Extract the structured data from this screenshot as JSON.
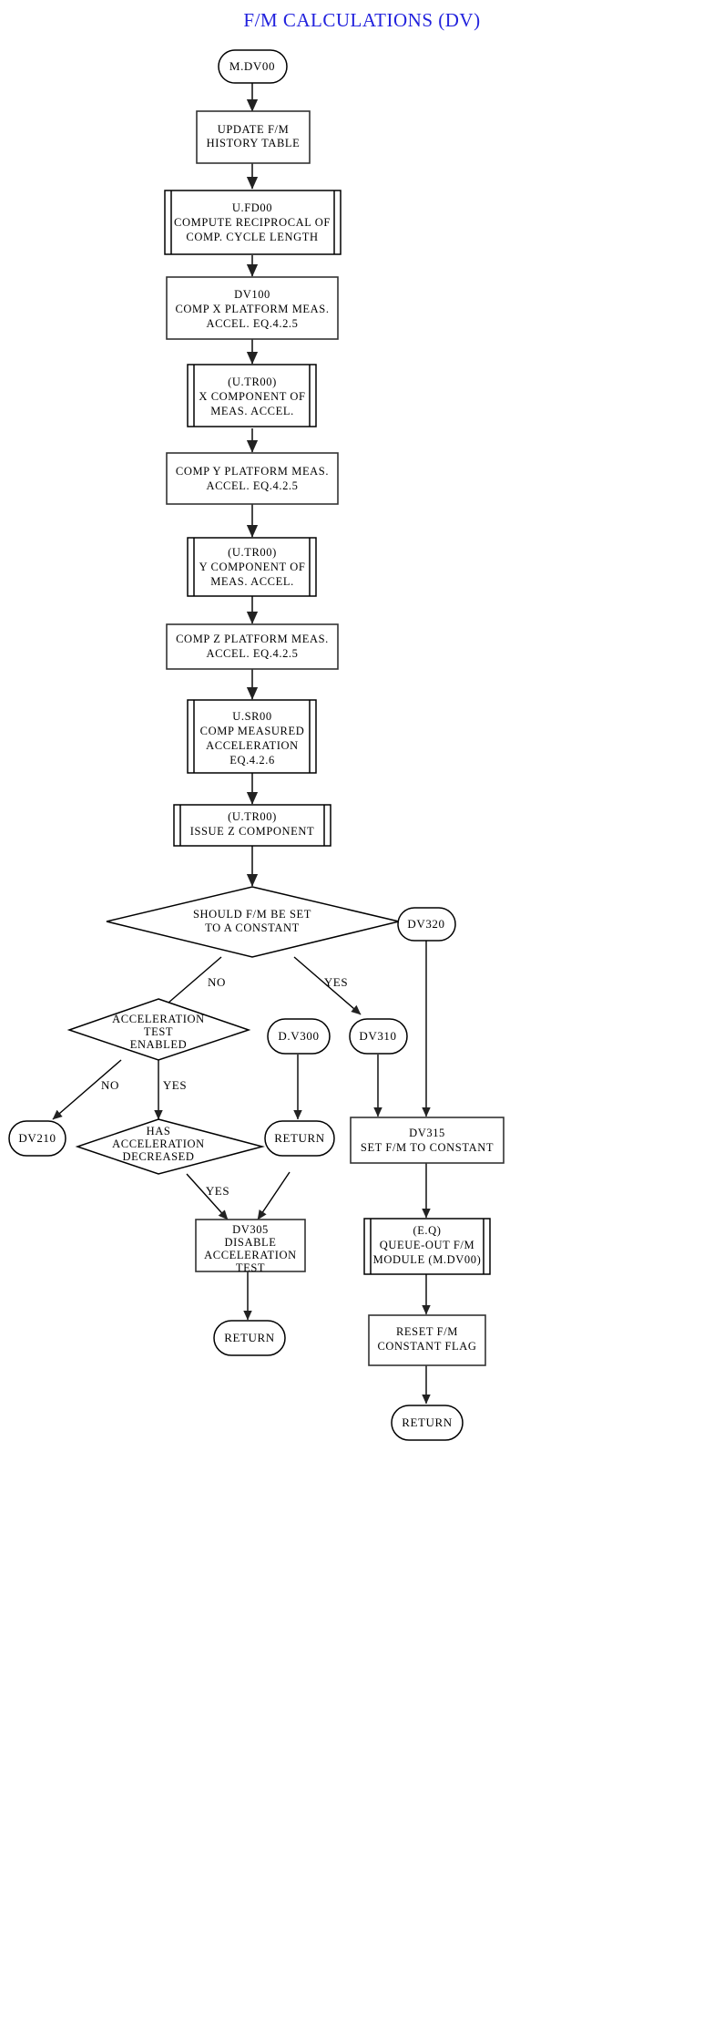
{
  "title": "F/M CALCULATIONS (DV)",
  "title_color": "#2222dd",
  "diagram": {
    "type": "flowchart",
    "nodes": [
      {
        "id": "mdv00",
        "shape": "terminator",
        "lines": [
          "M.DV00"
        ]
      },
      {
        "id": "update",
        "shape": "process",
        "lines": [
          "UPDATE F/M",
          "HISTORY TABLE"
        ]
      },
      {
        "id": "ufd00",
        "shape": "predefined-process",
        "lines": [
          "U.FD00",
          "COMPUTE RECIPROCAL OF",
          "COMP. CYCLE LENGTH"
        ]
      },
      {
        "id": "dv100",
        "shape": "process",
        "lines": [
          "DV100",
          "COMP X PLATFORM MEAS.",
          "ACCEL. EQ.4.2.5"
        ]
      },
      {
        "id": "utr00x",
        "shape": "predefined-process",
        "lines": [
          "(U.TR00)",
          "X COMPONENT OF",
          "MEAS. ACCEL."
        ]
      },
      {
        "id": "compy",
        "shape": "process",
        "lines": [
          "COMP Y PLATFORM MEAS.",
          "ACCEL. EQ.4.2.5"
        ]
      },
      {
        "id": "utr00y",
        "shape": "predefined-process",
        "lines": [
          "(U.TR00)",
          "Y COMPONENT OF",
          "MEAS. ACCEL."
        ]
      },
      {
        "id": "compz",
        "shape": "process",
        "lines": [
          "COMP Z PLATFORM MEAS.",
          "ACCEL. EQ.4.2.5"
        ]
      },
      {
        "id": "usr00",
        "shape": "predefined-process",
        "lines": [
          "U.SR00",
          "COMP MEASURED",
          "ACCELERATION",
          "EQ.4.2.6"
        ]
      },
      {
        "id": "issuez",
        "shape": "predefined-process",
        "lines": [
          "(U.TR00)",
          "ISSUE Z COMPONENT"
        ]
      },
      {
        "id": "dec1",
        "shape": "decision",
        "lines": [
          "SHOULD F/M BE SET",
          "TO A CONSTANT"
        ]
      },
      {
        "id": "dv320",
        "shape": "terminator",
        "lines": [
          "DV320"
        ]
      },
      {
        "id": "dec2",
        "shape": "decision",
        "lines": [
          "ACCELERATION",
          "TEST",
          "ENABLED"
        ]
      },
      {
        "id": "dv300",
        "shape": "terminator",
        "lines": [
          "D.V300"
        ]
      },
      {
        "id": "dv310",
        "shape": "terminator",
        "lines": [
          "DV310"
        ]
      },
      {
        "id": "dv210",
        "shape": "terminator",
        "lines": [
          "DV210"
        ]
      },
      {
        "id": "dec3",
        "shape": "decision",
        "lines": [
          "HAS",
          "ACCELERATION",
          "DECREASED"
        ]
      },
      {
        "id": "ret1",
        "shape": "terminator",
        "lines": [
          "RETURN"
        ]
      },
      {
        "id": "dv315",
        "shape": "process",
        "lines": [
          "DV315",
          "SET F/M TO CONSTANT"
        ]
      },
      {
        "id": "dv305",
        "shape": "process",
        "lines": [
          "DV305",
          "DISABLE",
          "ACCELERATION",
          "TEST"
        ]
      },
      {
        "id": "eq",
        "shape": "predefined-process",
        "lines": [
          "(E.Q)",
          "QUEUE-OUT F/M",
          "MODULE (M.DV00)"
        ]
      },
      {
        "id": "ret2",
        "shape": "terminator",
        "lines": [
          "RETURN"
        ]
      },
      {
        "id": "reset",
        "shape": "process",
        "lines": [
          "RESET F/M",
          "CONSTANT FLAG"
        ]
      },
      {
        "id": "ret3",
        "shape": "terminator",
        "lines": [
          "RETURN"
        ]
      }
    ],
    "edge_labels": {
      "dec1_no": "NO",
      "dec1_yes": "YES",
      "dec2_no": "NO",
      "dec2_yes": "YES",
      "dec3_yes": "YES"
    }
  }
}
